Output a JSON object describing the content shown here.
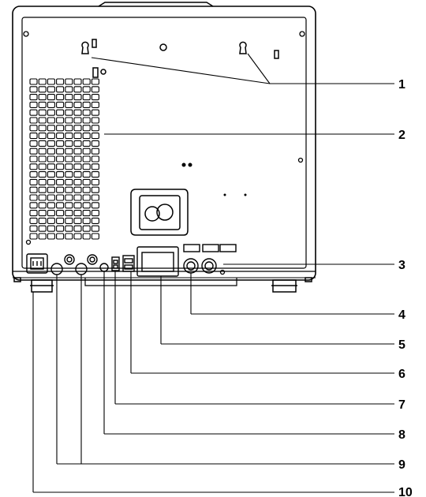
{
  "callouts": [
    {
      "label": "1"
    },
    {
      "label": "2"
    },
    {
      "label": "3"
    },
    {
      "label": "4"
    },
    {
      "label": "5"
    },
    {
      "label": "6"
    },
    {
      "label": "7"
    },
    {
      "label": "8"
    },
    {
      "label": "9"
    },
    {
      "label": "10"
    }
  ],
  "colors": {
    "line": "#000000",
    "background": "#ffffff",
    "panel_fill": "#ffffff"
  }
}
